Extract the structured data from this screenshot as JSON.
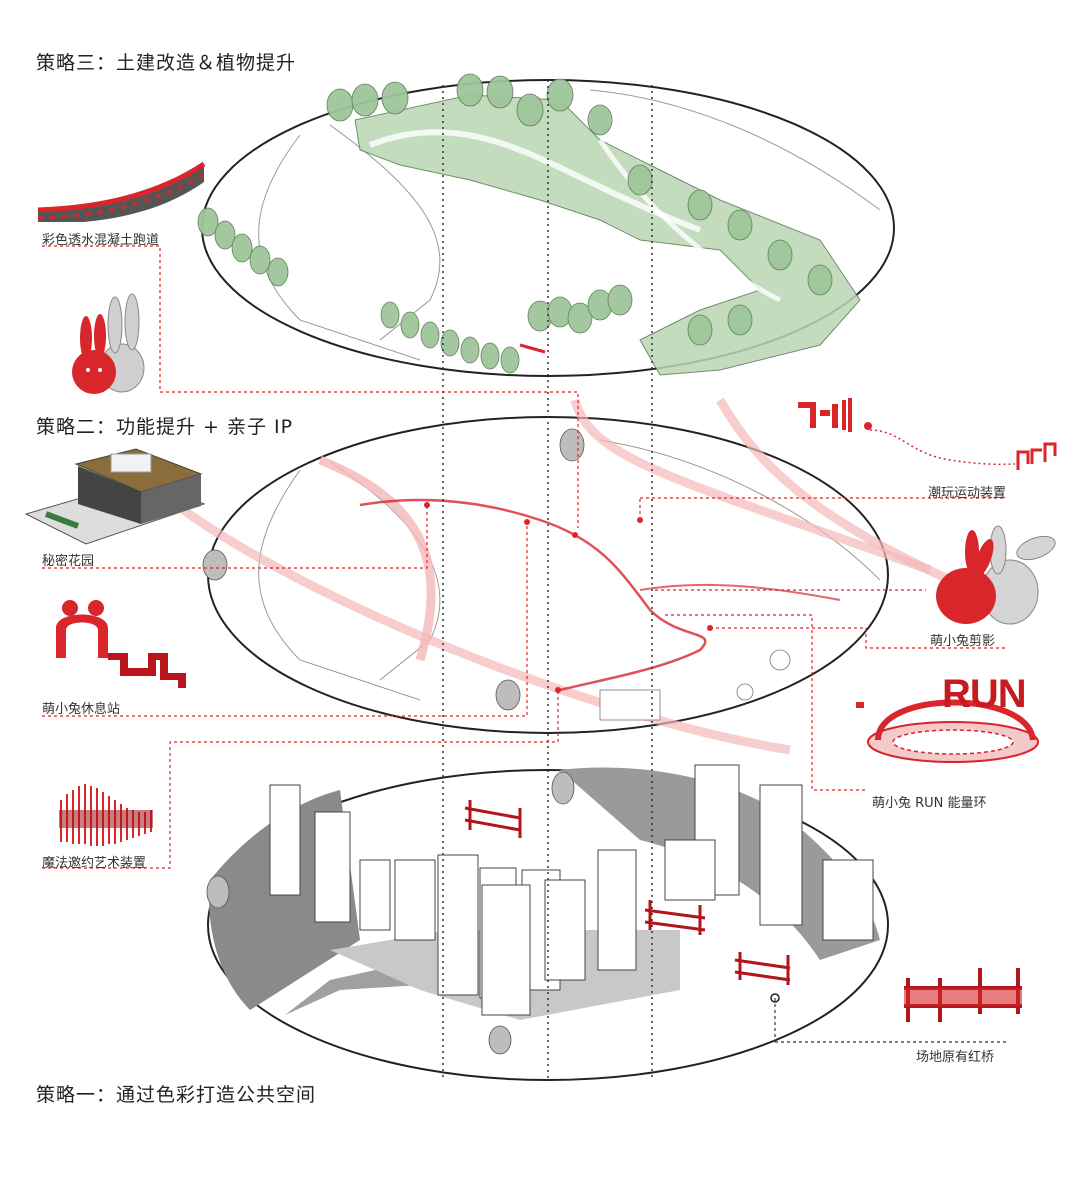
{
  "strategies": {
    "three": "策略三：土建改造＆植物提升",
    "two": "策略二：功能提升 + 亲子 IP",
    "one": "策略一：通过色彩打造公共空间"
  },
  "labels": {
    "runway": "彩色透水混凝土跑道",
    "garden": "秘密花园",
    "trendy": "潮玩运动装置",
    "rabbit_silhouette": "萌小兔剪影",
    "rabbit_rest": "萌小兔休息站",
    "run_ring": "萌小兔 RUN 能量环",
    "art_install": "魔法邀约艺术装置",
    "red_bridge": "场地原有红桥"
  },
  "run_text": "RUN",
  "colors": {
    "accent_red": "#d8262b",
    "light_red": "#f4b8b8",
    "tree_green": "#9fc59a",
    "gray_dark": "#8a8a8a",
    "gray_mid": "#bdbdbd"
  }
}
